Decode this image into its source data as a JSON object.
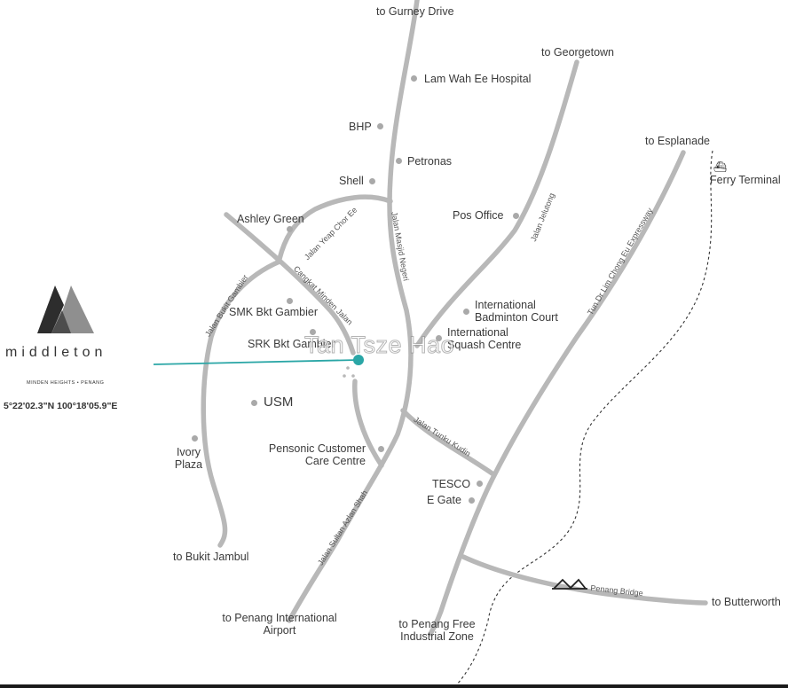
{
  "brand": {
    "name": "middleton",
    "subtitle": "MINDEN HEIGHTS • PENANG",
    "coordinates": "5°22'02.3\"N  100°18'05.9\"E"
  },
  "directions": {
    "gurney": "to Gurney Drive",
    "georgetown": "to Georgetown",
    "esplanade": "to Esplanade",
    "bukit_jambul": "to Bukit Jambul",
    "airport": "to Penang International Airport",
    "free_zone": "to Penang Free Industrial Zone",
    "butterworth": "to Butterworth"
  },
  "places": {
    "lam_wah_ee": "Lam Wah Ee Hospital",
    "bhp": "BHP",
    "petronas": "Petronas",
    "shell": "Shell",
    "pos_office": "Pos Office",
    "ashley_green": "Ashley Green",
    "smk": "SMK Bkt Gambier",
    "srk": "SRK Bkt Gambier",
    "usm": "USM",
    "badminton": "International Badminton Court",
    "squash": "International Squash Centre",
    "ivory": "Ivory Plaza",
    "pensonic": "Pensonic Customer Care Centre",
    "tesco": "TESCO",
    "egate": "E Gate",
    "ferry": "Ferry Terminal"
  },
  "roads": {
    "yeap_chor_ee": "Jalan Yeap Chor Ee",
    "cangkat_minden": "Cangkat Minden Jalan",
    "bukit_gambier": "Jalan Bukit Gambier",
    "masjid_negeri": "Jalan Masjid Negeri",
    "jelutong": "Jalan Jelutong",
    "tun_dr_lim": "Tun Dr Lim Chong Eu Expressway",
    "tunku_kudin": "Jalan Tunku Kudin",
    "sultan_azlan_shah": "Jalan Sultan Azlan Shah",
    "penang_bridge": "Penang Bridge"
  },
  "watermark": "Tan Tsze Hao",
  "colors": {
    "road": "#b8b8b8",
    "pin": "#2aa6a6"
  },
  "icons": {
    "ferry": "ferry-icon",
    "bridge": "bridge-icon"
  }
}
